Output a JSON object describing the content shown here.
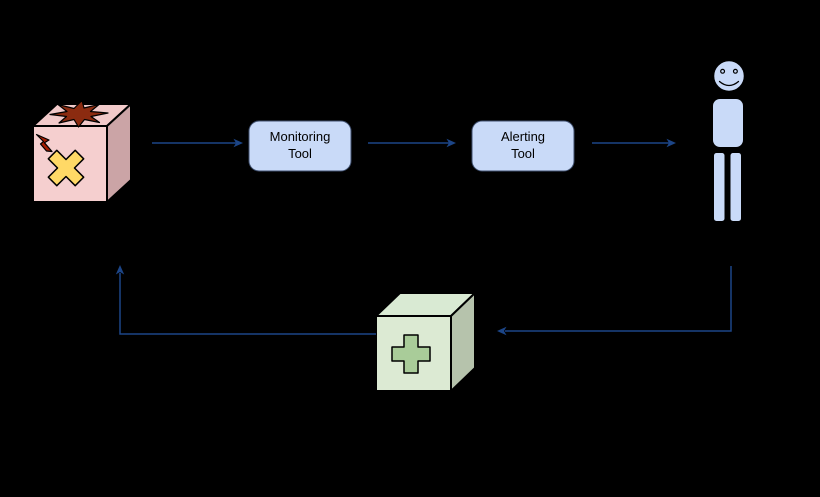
{
  "diagram": {
    "background": "#000000",
    "colors": {
      "connector": "#1c4587",
      "node_fill": "#c9daf8",
      "node_border": "#3f4f6e",
      "outline": "#000000",
      "text": "#000000",
      "broken_cube_front": "#f5cfcf",
      "broken_cube_top": "#f2caca",
      "broken_cube_side": "#cba4a6",
      "explosion": "#8b2b10",
      "bolt": "#a61c00",
      "error_cross": "#ffd966",
      "fix_cube_front": "#dcead3",
      "fix_cube_top": "#d9ead3",
      "fix_cube_side": "#b6c3ac",
      "fix_plus": "#a9cc99"
    },
    "nodes": {
      "broken_system": {
        "icon": "broken-cube-icon"
      },
      "monitoring_tool": {
        "label": "Monitoring\nTool"
      },
      "alerting_tool": {
        "label": "Alerting\nTool"
      },
      "engineer": {
        "icon": "person-icon"
      },
      "fix": {
        "icon": "medical-plus-cube-icon"
      }
    },
    "edges": [
      {
        "from": "broken_system",
        "to": "monitoring_tool"
      },
      {
        "from": "monitoring_tool",
        "to": "alerting_tool"
      },
      {
        "from": "alerting_tool",
        "to": "engineer"
      },
      {
        "from": "engineer",
        "to": "fix"
      },
      {
        "from": "fix",
        "to": "broken_system"
      }
    ]
  }
}
